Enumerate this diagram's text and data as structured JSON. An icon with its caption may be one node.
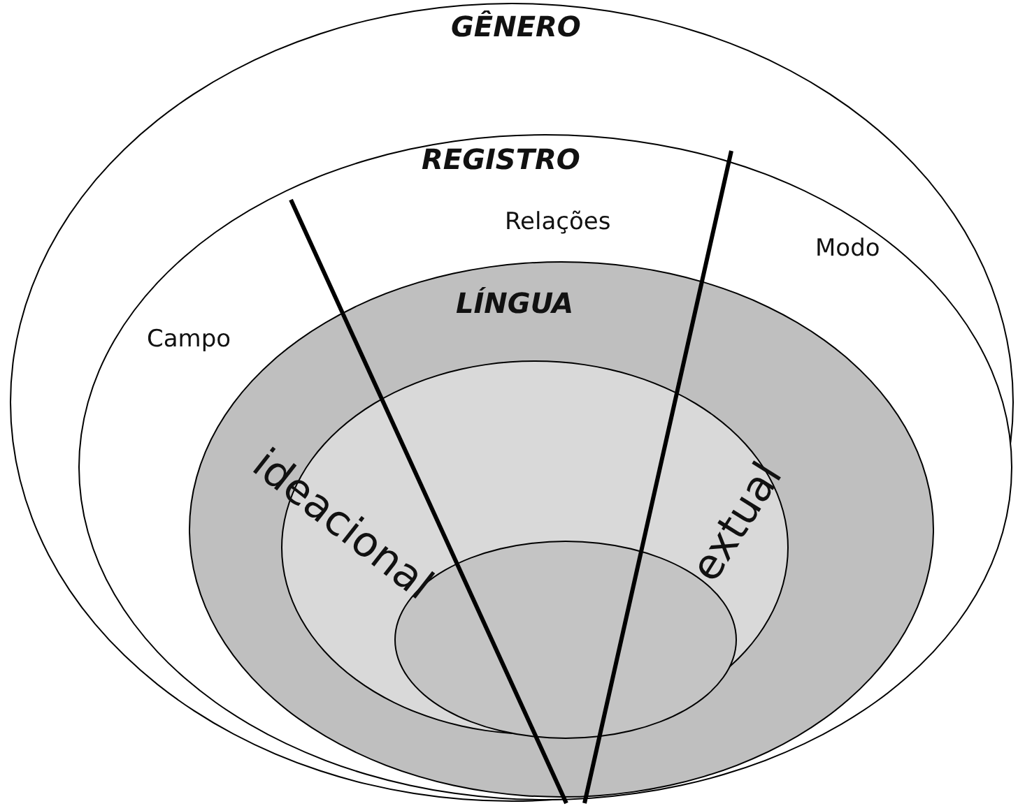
{
  "diagram": {
    "nodes": [
      {
        "text": [
          "GÊNERO"
        ]
      },
      {
        "text": [
          "REGISTRO",
          "Relações",
          "Campo",
          "Modo"
        ],
        "in": 0
      },
      {
        "text": [
          "LÍNGUA"
        ],
        "in": 1
      },
      {
        "text": [
          "ideacional",
          "extual"
        ],
        "in": 2
      },
      {
        "text": [],
        "shape": "ellipse",
        "in": 3
      }
    ]
  }
}
